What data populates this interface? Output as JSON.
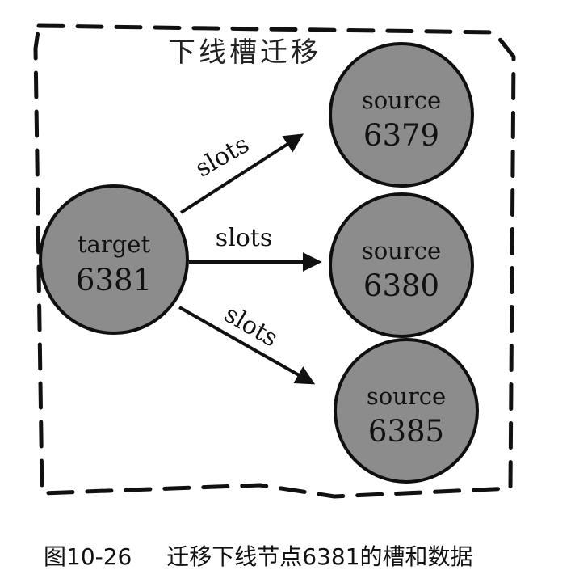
{
  "group_label": "下线槽迁移",
  "caption": {
    "figure_number": "图10-26",
    "text": "迁移下线节点6381的槽和数据"
  },
  "nodes": [
    {
      "id": "target",
      "role": "target",
      "port": "6381"
    },
    {
      "id": "s1",
      "role": "source",
      "port": "6379"
    },
    {
      "id": "s2",
      "role": "source",
      "port": "6380"
    },
    {
      "id": "s3",
      "role": "source",
      "port": "6385"
    }
  ],
  "edges": [
    {
      "from": "target",
      "to": "s1",
      "label": "slots"
    },
    {
      "from": "target",
      "to": "s2",
      "label": "slots"
    },
    {
      "from": "target",
      "to": "s3",
      "label": "slots"
    }
  ]
}
